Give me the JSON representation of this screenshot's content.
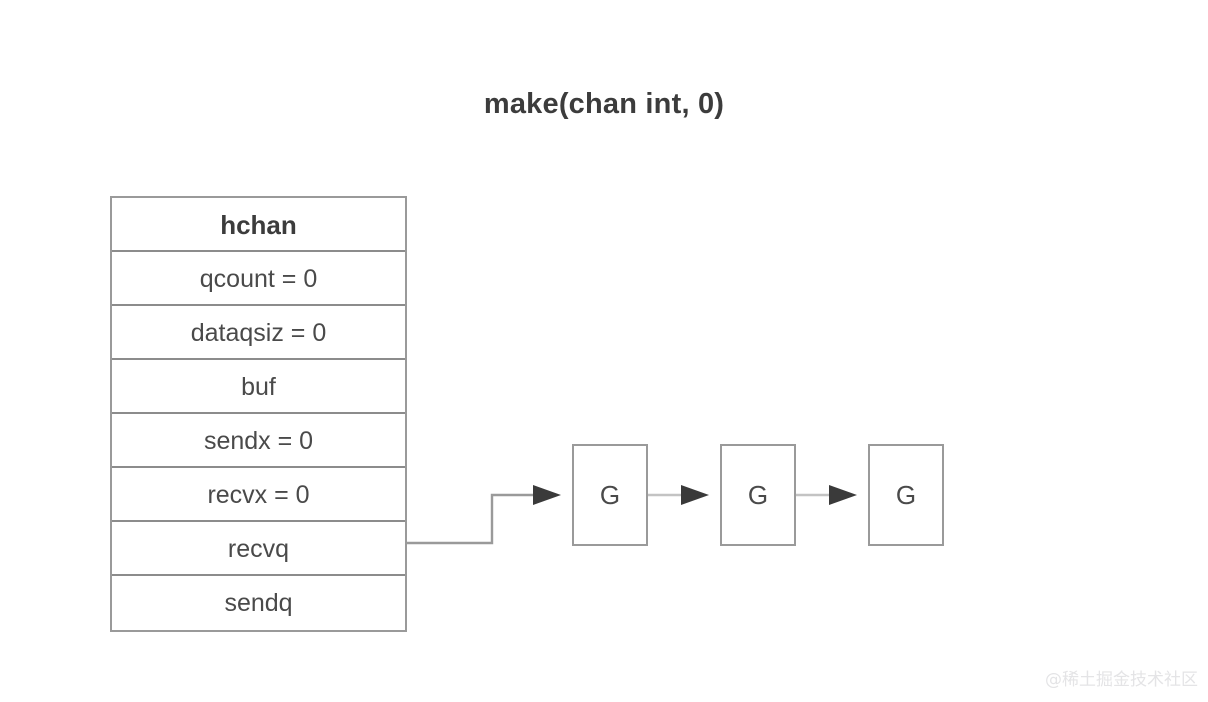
{
  "title": "make(chan int, 0)",
  "background_color": "#ffffff",
  "stroke_color": "#9a9a9a",
  "text_color": "#4a4a4a",
  "arrow_color": "#3a3a3a",
  "hchan": {
    "header": "hchan",
    "rows": [
      {
        "label": "qcount = 0"
      },
      {
        "label": "dataqsiz = 0"
      },
      {
        "label": "buf"
      },
      {
        "label": "sendx = 0"
      },
      {
        "label": "recvx = 0"
      },
      {
        "label": "recvq"
      },
      {
        "label": "sendq"
      }
    ]
  },
  "goroutines": [
    {
      "label": "G"
    },
    {
      "label": "G"
    },
    {
      "label": "G"
    }
  ],
  "watermark": "@稀土掘金技术社区"
}
